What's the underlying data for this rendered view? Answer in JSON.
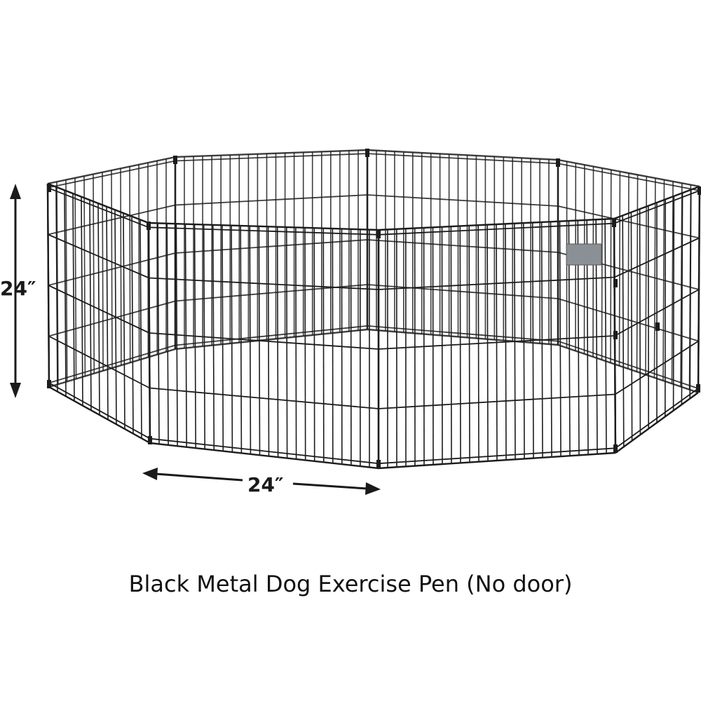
{
  "dimensions": {
    "height_label": "24″",
    "width_label": "24″"
  },
  "caption": "Black Metal Dog Exercise Pen (No door)",
  "product": {
    "panel_count": 8,
    "wire_color": "#1c1c1c",
    "arrow_color": "#1a1a1a",
    "tag_color": "#8a9096"
  },
  "icons": [
    "dog-pen-illustration",
    "vertical-dimension-arrow",
    "horizontal-dimension-arrow"
  ]
}
